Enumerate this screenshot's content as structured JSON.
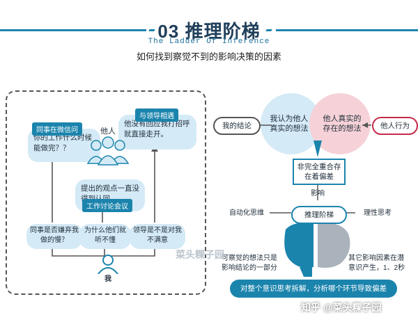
{
  "header": {
    "title": "03 推理阶梯",
    "subtitle_en": "The Ladder Of Inference",
    "subtitle_zh": "如何找到察觉不到的影响决策的因素"
  },
  "left_panel": {
    "bubble_wechat_tag": "同事在微信问",
    "bubble_wechat_text": "你的工作什么时候能做完？？",
    "bubble_leader_tag": "与领导相遇",
    "bubble_leader_text": "他没有回应我打招呼就直接走开。",
    "others_label": "他人",
    "bubble_meeting_text": "提出的观点一直没得到认同",
    "bubble_meeting_tag": "工作讨论会议",
    "q1": "同事是否嫌弃我做的慢？",
    "q2": "为什么他们就听不懂",
    "q3": "领导是不是对我不满意",
    "me_label": "我"
  },
  "right_panel": {
    "my_conclusion": "我的结论",
    "i_think_real": "我认为他人真实的想法",
    "real_thought": "他人真实的存在的想法",
    "others_action": "他人行为",
    "overlap_box": "非完全重合存在着偏差",
    "influence": "影响",
    "ladder": "推理阶梯",
    "auto_thinking": "自动化思维",
    "rational_thinking": "理性思考",
    "perceived": "可察觉的想法只是影响结论的一部分",
    "subconscious": "其它影响因素在潜意识产生，1、2秒",
    "banner": "对整个意识思考拆解，分析哪个环节导致偏差"
  },
  "watermark": {
    "center": "菜头粿子园",
    "corner": "知乎 @菜头粿子园"
  },
  "colors": {
    "accent": "#1b84ad",
    "bubble": "#d4eaf6",
    "pink": "#f6d2d8",
    "pink_border": "#c42a4a"
  }
}
